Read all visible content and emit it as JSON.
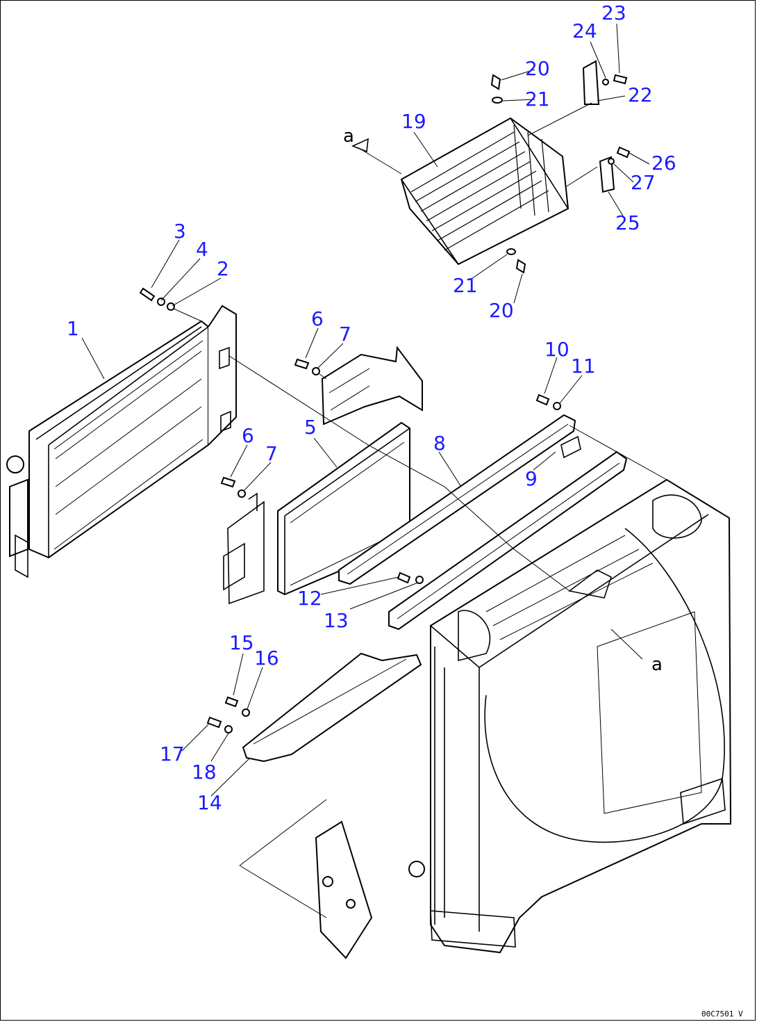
{
  "diagram": {
    "drawing_code": "00C7501 V",
    "reference_mark": "a",
    "callouts": [
      {
        "id": "c1",
        "text": "1"
      },
      {
        "id": "c2",
        "text": "2"
      },
      {
        "id": "c3",
        "text": "3"
      },
      {
        "id": "c4",
        "text": "4"
      },
      {
        "id": "c5",
        "text": "5"
      },
      {
        "id": "c6a",
        "text": "6"
      },
      {
        "id": "c6b",
        "text": "6"
      },
      {
        "id": "c7a",
        "text": "7"
      },
      {
        "id": "c7b",
        "text": "7"
      },
      {
        "id": "c8",
        "text": "8"
      },
      {
        "id": "c9",
        "text": "9"
      },
      {
        "id": "c10",
        "text": "10"
      },
      {
        "id": "c11",
        "text": "11"
      },
      {
        "id": "c12",
        "text": "12"
      },
      {
        "id": "c13",
        "text": "13"
      },
      {
        "id": "c14",
        "text": "14"
      },
      {
        "id": "c15",
        "text": "15"
      },
      {
        "id": "c16",
        "text": "16"
      },
      {
        "id": "c17",
        "text": "17"
      },
      {
        "id": "c18",
        "text": "18"
      },
      {
        "id": "c19",
        "text": "19"
      },
      {
        "id": "c20a",
        "text": "20"
      },
      {
        "id": "c20b",
        "text": "20"
      },
      {
        "id": "c21a",
        "text": "21"
      },
      {
        "id": "c21b",
        "text": "21"
      },
      {
        "id": "c22",
        "text": "22"
      },
      {
        "id": "c23",
        "text": "23"
      },
      {
        "id": "c24",
        "text": "24"
      },
      {
        "id": "c25",
        "text": "25"
      },
      {
        "id": "c26",
        "text": "26"
      },
      {
        "id": "c27",
        "text": "27"
      }
    ],
    "colors": {
      "callout": "#1a1aff",
      "line": "#000000",
      "background": "#ffffff"
    }
  }
}
